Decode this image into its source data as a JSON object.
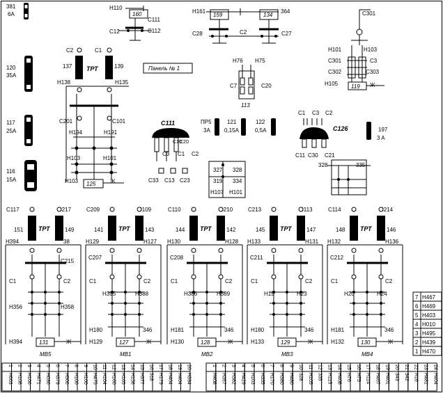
{
  "panel_label": "Панель № 1",
  "fuses": [
    {
      "num": "381",
      "rating": "6A"
    },
    {
      "num": "120",
      "rating": "35A"
    },
    {
      "num": "117",
      "rating": "25A"
    },
    {
      "num": "116",
      "rating": "15A"
    },
    {
      "num": "197",
      "rating": "3 A"
    }
  ],
  "top_block_160": {
    "box": "160",
    "labels": [
      "Н110",
      "С111",
      "С12",
      "С112"
    ]
  },
  "top_block_159_134": {
    "box1": "159",
    "box2": "134",
    "labels": [
      "Н161",
      "364",
      "С28",
      "С2",
      "С27"
    ]
  },
  "block_113": {
    "box": "113",
    "labels": [
      "Н76",
      "Н75",
      "С7",
      "С20"
    ]
  },
  "block_119": {
    "box": "119",
    "labels": [
      "С301",
      "Н101",
      "Н103",
      "С301",
      "С3",
      "С302",
      "С303",
      "Н105",
      "Ж"
    ]
  },
  "block_125": {
    "box": "125",
    "labels": [
      "С2",
      "С1",
      "137",
      "139",
      "ТРТ",
      "Н138",
      "Н135",
      "С201",
      "С101",
      "Н194",
      "Н191",
      "Н103",
      "Н101",
      "Н103",
      "Ж"
    ]
  },
  "block_111": {
    "name": "С111",
    "labels": [
      "ПР5",
      "3А",
      "121",
      "0,15А",
      "122",
      "0,5А",
      "С10",
      "С20",
      "С3",
      "С1",
      "С2",
      "С33",
      "С13",
      "С23",
      "327",
      "328",
      "319",
      "334",
      "Н107",
      "Н101"
    ]
  },
  "block_126": {
    "name": "С126",
    "labels": [
      "С1",
      "С3",
      "С2",
      "С11",
      "С30",
      "С21",
      "328",
      "335"
    ]
  },
  "mv_units": [
    {
      "id": "МВ5",
      "box": "131",
      "top": [
        "С117",
        "С217"
      ],
      "nums": [
        "151",
        "149"
      ],
      "h": [
        "Н394",
        "38"
      ],
      "side": [
        "С215"
      ],
      "c": [
        "С1",
        "С2"
      ],
      "mid": [
        "Н356",
        "Н358"
      ],
      "bot": [
        "Н394",
        "Ж"
      ]
    },
    {
      "id": "МВ1",
      "box": "127",
      "top": [
        "С209",
        "С109"
      ],
      "nums": [
        "141",
        "143"
      ],
      "h": [
        "Н129",
        "Н127"
      ],
      "side": [
        "С207"
      ],
      "c": [
        "С1",
        "С2"
      ],
      "mid": [
        "Н395",
        "Н388"
      ],
      "low": [
        "Н180",
        "346"
      ],
      "bot": [
        "Н129",
        "Ж"
      ]
    },
    {
      "id": "МВ2",
      "box": "128",
      "top": [
        "С110",
        "С210"
      ],
      "nums": [
        "144",
        "142"
      ],
      "h": [
        "Н130",
        "Н128"
      ],
      "side": [
        "С208"
      ],
      "c": [
        "С1",
        "С2"
      ],
      "mid": [
        "Н386",
        "Н389"
      ],
      "low": [
        "Н181",
        "346"
      ],
      "bot": [
        "Н130",
        "Ж"
      ]
    },
    {
      "id": "МВ3",
      "box": "129",
      "top": [
        "С213",
        "С113"
      ],
      "nums": [
        "145",
        "147"
      ],
      "h": [
        "Н133",
        "Н131"
      ],
      "side": [
        "С211"
      ],
      "c": [
        "С1",
        "С2"
      ],
      "mid": [
        "Н19",
        "Н23"
      ],
      "low": [
        "Н180",
        "346"
      ],
      "bot": [
        "Н133",
        "Ж"
      ]
    },
    {
      "id": "МВ4",
      "box": "130",
      "top": [
        "С114",
        "С214"
      ],
      "nums": [
        "148",
        "146"
      ],
      "h": [
        "Н132",
        "Н136"
      ],
      "side": [
        "С212"
      ],
      "c": [
        "С1",
        "С2"
      ],
      "mid": [
        "Н20",
        "Н24"
      ],
      "low": [
        "Н181",
        "346"
      ],
      "bot": [
        "Н132",
        "Ж"
      ]
    }
  ],
  "ttr_label": "ТРТ",
  "right_table": [
    {
      "n": "7",
      "code": "Н467"
    },
    {
      "n": "6",
      "code": "Н469"
    },
    {
      "n": "5",
      "code": "Н403"
    },
    {
      "n": "4",
      "code": "Н010"
    },
    {
      "n": "3",
      "code": "Н495"
    },
    {
      "n": "2",
      "code": "Н439"
    },
    {
      "n": "1",
      "code": "Н470"
    }
  ],
  "bottom_left_terminals": [
    {
      "n": "1",
      "code": "Н603"
    },
    {
      "n": "2",
      "code": "Н108"
    },
    {
      "n": "3",
      "code": "Н106"
    },
    {
      "n": "4",
      "code": "Н471"
    },
    {
      "n": "5",
      "code": "Н036"
    },
    {
      "n": "6",
      "code": "Н379"
    },
    {
      "n": "7",
      "code": "Н506"
    },
    {
      "n": "8",
      "code": "Н100"
    },
    {
      "n": "9",
      "code": "Н100"
    },
    {
      "n": "10",
      "code": "Н475"
    },
    {
      "n": "11",
      "code": "Н104"
    },
    {
      "n": "12",
      "code": "Н160"
    },
    {
      "n": "13",
      "code": "Н165"
    },
    {
      "n": "14",
      "code": "Н158"
    },
    {
      "n": "15",
      "code": "Н377"
    },
    {
      "n": "16",
      "code": "318"
    },
    {
      "n": "17",
      "code": "Н179"
    },
    {
      "n": "18",
      "code": "Н404"
    },
    {
      "n": "19",
      "code": "Н404"
    },
    {
      "n": "20",
      "code": "Н394"
    }
  ],
  "bottom_right_terminals": [
    {
      "n": "1",
      "code": "Н408"
    },
    {
      "n": "2",
      "code": "Н357"
    },
    {
      "n": "3",
      "code": "Н382"
    },
    {
      "n": "4",
      "code": "Н429"
    },
    {
      "n": "5",
      "code": "Н103"
    },
    {
      "n": "6",
      "code": "Н355"
    },
    {
      "n": "7",
      "code": "Н170"
    },
    {
      "n": "8",
      "code": "Н380"
    },
    {
      "n": "9",
      "code": "Н480"
    },
    {
      "n": "10",
      "code": "328"
    },
    {
      "n": "11",
      "code": "Н105"
    },
    {
      "n": "12",
      "code": "335"
    },
    {
      "n": "13",
      "code": "Н115"
    },
    {
      "n": "14",
      "code": "Н408"
    },
    {
      "n": "15",
      "code": "Н76"
    },
    {
      "n": "16",
      "code": "Н75"
    },
    {
      "n": "17",
      "code": "Н114"
    },
    {
      "n": "18",
      "code": "Н467"
    },
    {
      "n": "19",
      "code": "Н401"
    },
    {
      "n": "20",
      "code": "343"
    },
    {
      "n": "21",
      "code": "342"
    },
    {
      "n": "22",
      "code": "Н16"
    },
    {
      "n": "23",
      "code": "Н481"
    },
    {
      "n": "24",
      "code": "Н404"
    }
  ]
}
